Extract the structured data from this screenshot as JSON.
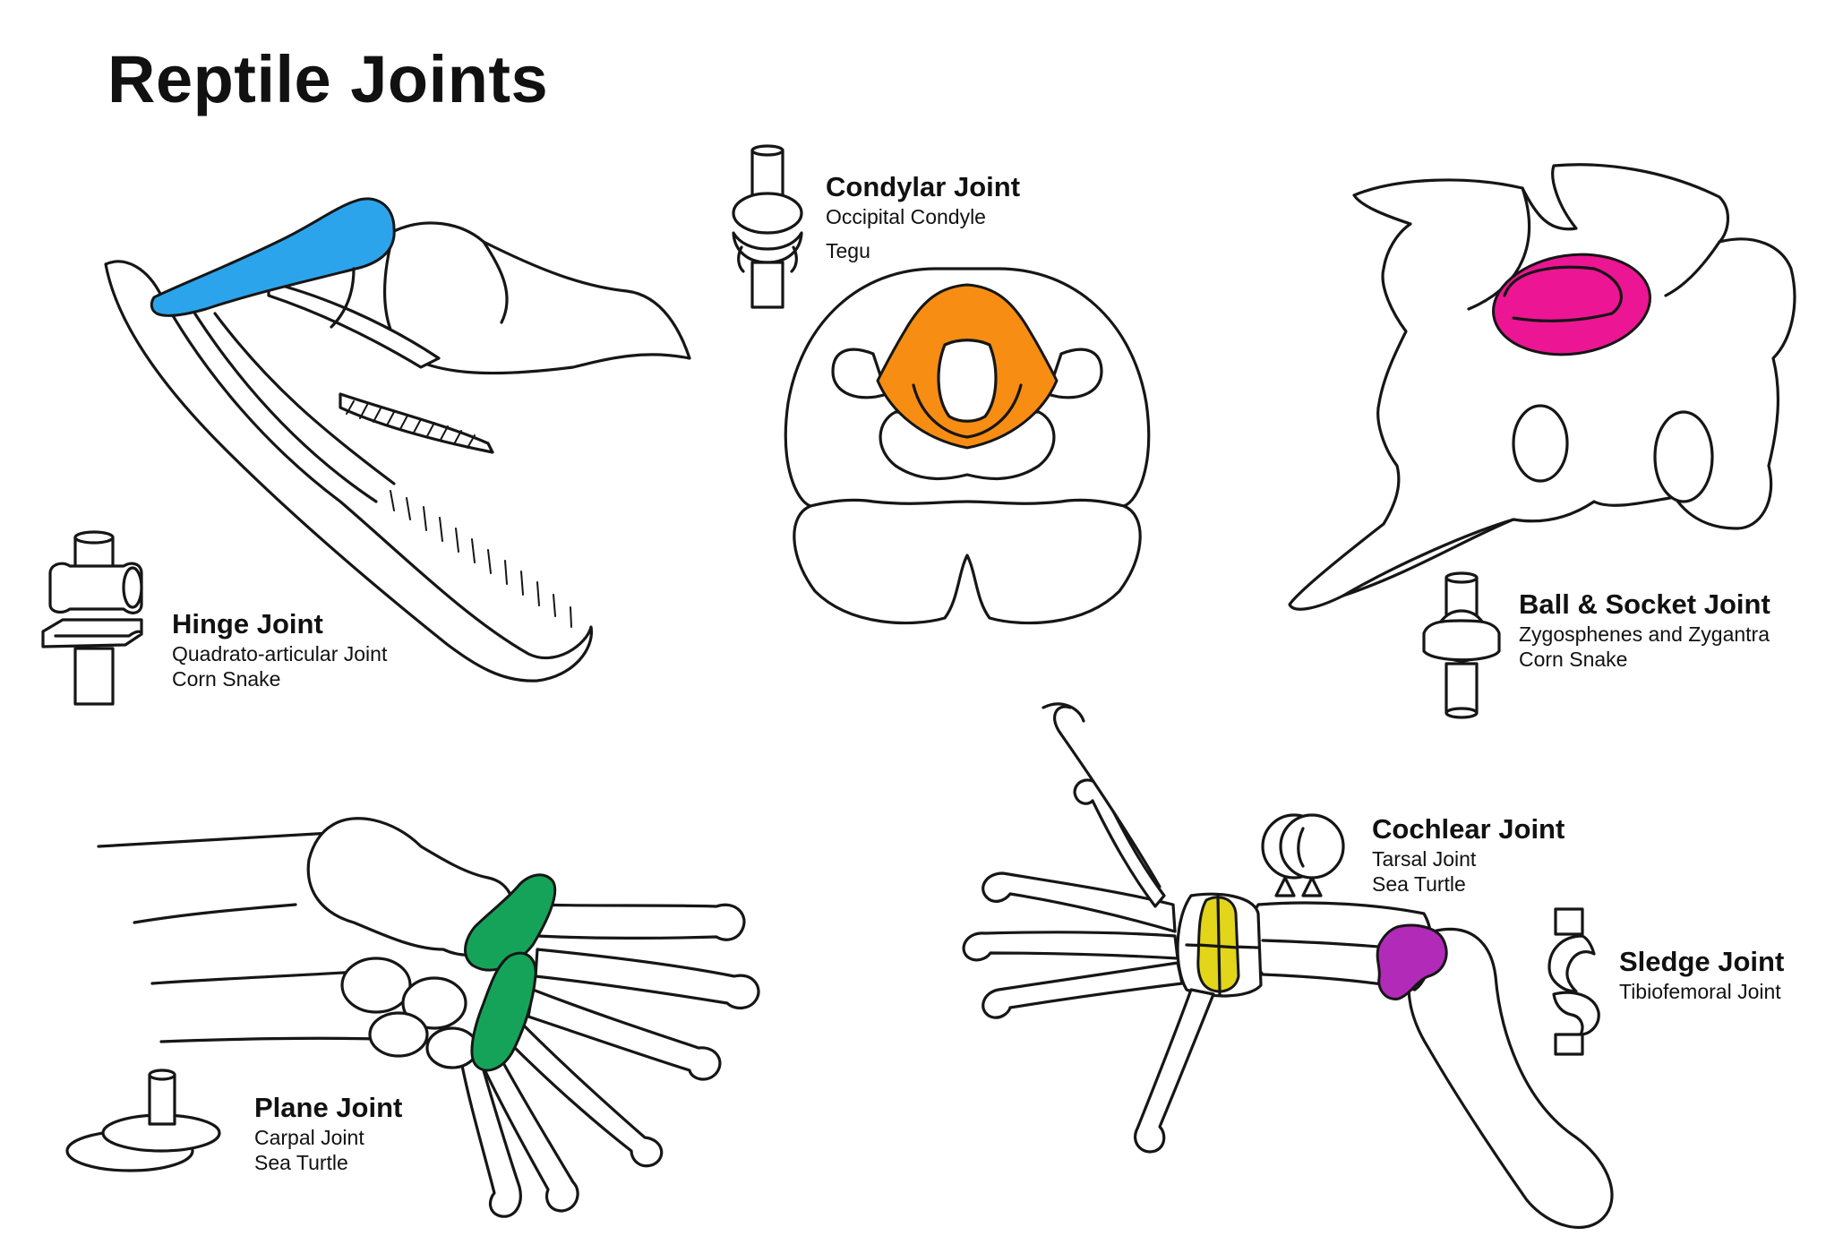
{
  "title": "Reptile Joints",
  "colors": {
    "hinge": "#2ba4ec",
    "condylar": "#f78d12",
    "ball_socket": "#ec1593",
    "plane": "#15a35a",
    "cochlear": "#e2d51a",
    "sledge": "#b22ab8",
    "line": "#161616"
  },
  "joints": {
    "condylar": {
      "name": "Condylar Joint",
      "line1": "Occipital Condyle",
      "line2": "Tegu",
      "icon": "condylar-joint-icon",
      "illustration": "tegu-skull-rear-view"
    },
    "hinge": {
      "name": "Hinge Joint",
      "line1": "Quadrato-articular Joint",
      "line2": "Corn Snake",
      "icon": "hinge-joint-icon",
      "illustration": "snake-jaw"
    },
    "ball_socket": {
      "name": "Ball & Socket Joint",
      "line1": "Zygosphenes and Zygantra",
      "line2": "Corn Snake",
      "icon": "ball-socket-joint-icon",
      "illustration": "snake-vertebra"
    },
    "cochlear": {
      "name": "Cochlear Joint",
      "line1": "Tarsal Joint",
      "line2": "Sea Turtle",
      "icon": "cochlear-joint-icon",
      "illustration": "turtle-hind-flipper"
    },
    "sledge": {
      "name": "Sledge Joint",
      "line1": "Tibiofemoral Joint",
      "icon": "sledge-joint-icon",
      "illustration": "turtle-hind-flipper"
    },
    "plane": {
      "name": "Plane Joint",
      "line1": "Carpal Joint",
      "line2": "Sea Turtle",
      "icon": "plane-joint-icon",
      "illustration": "turtle-front-flipper"
    }
  }
}
